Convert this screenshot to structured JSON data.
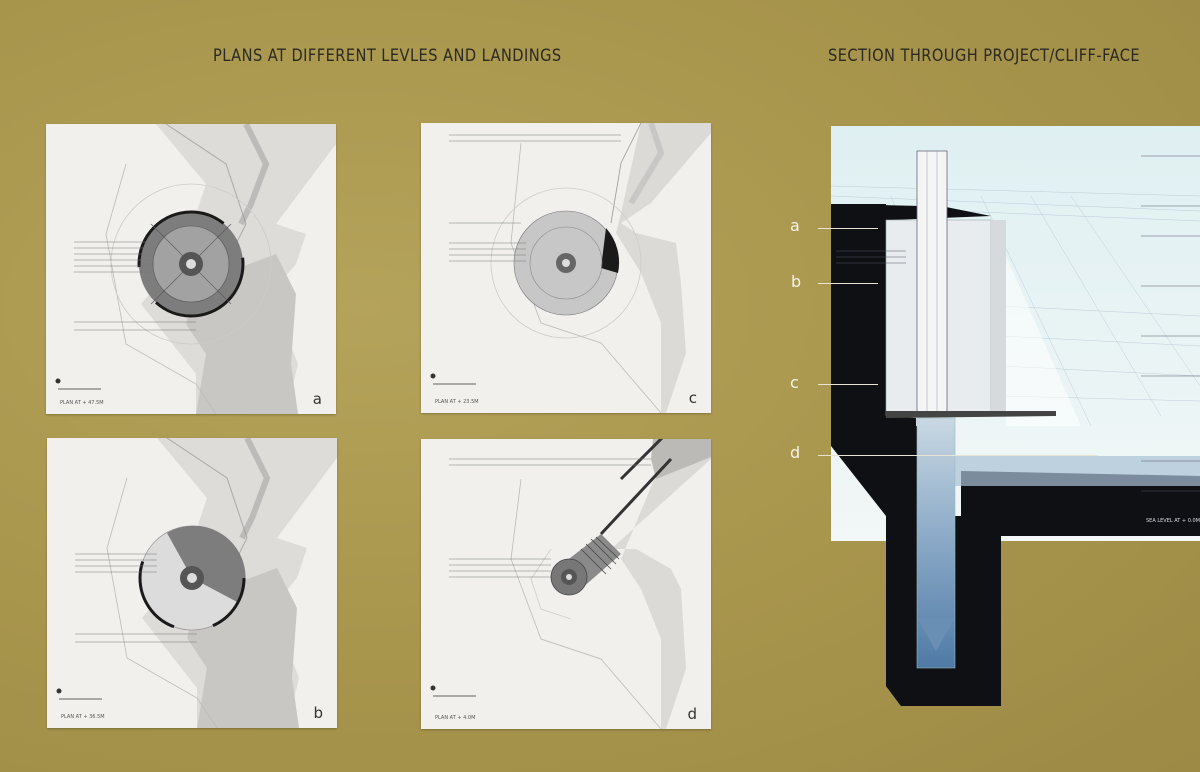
{
  "headings": {
    "plans": "PLANS AT DIFFERENT LEVLES AND LANDINGS",
    "section": "SECTION THROUGH PROJECT/CLIFF-FACE"
  },
  "plans": [
    {
      "letter": "a",
      "caption": "PLAN AT + 47.5M"
    },
    {
      "letter": "b",
      "caption": "PLAN AT + 36.5M"
    },
    {
      "letter": "c",
      "caption": "PLAN AT + 23.5M"
    },
    {
      "letter": "d",
      "caption": "PLAN AT + 4.0M"
    }
  ],
  "section": {
    "levels": [
      "a",
      "b",
      "c",
      "d"
    ],
    "caption": "SEA LEVEL AT + 0.0M"
  },
  "colors": {
    "board": "#a8954c",
    "paper": "#f1f0ed",
    "cliff": "#0e1014",
    "water": "#6b8fb4"
  }
}
